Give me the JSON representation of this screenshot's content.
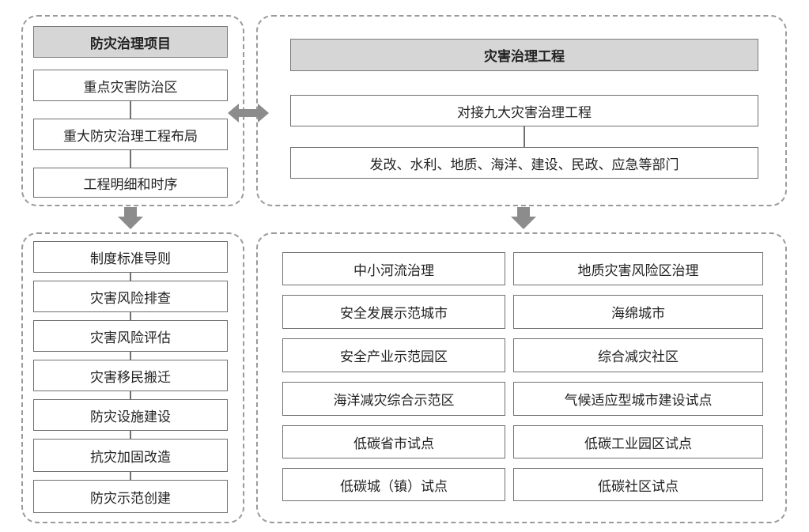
{
  "top_left": {
    "title": "防灾治理项目",
    "items": [
      "重点灾害防治区",
      "重大防灾治理工程布局",
      "工程明细和时序"
    ]
  },
  "top_right": {
    "title": "灾害治理工程",
    "items": [
      "对接九大灾害治理工程",
      "发改、水利、地质、海洋、建设、民政、应急等部门"
    ]
  },
  "bottom_left": {
    "items": [
      "制度标准导则",
      "灾害风险排查",
      "灾害风险评估",
      "灾害移民搬迁",
      "防灾设施建设",
      "抗灾加固改造",
      "防灾示范创建"
    ]
  },
  "bottom_right": {
    "left_column": [
      "中小河流治理",
      "安全发展示范城市",
      "安全产业示范园区",
      "海洋减灾综合示范区",
      "低碳省市试点",
      "低碳城（镇）试点"
    ],
    "right_column": [
      "地质灾害风险区治理",
      "海绵城市",
      "综合减灾社区",
      "气候适应型城市建设试点",
      "低碳工业园区试点",
      "低碳社区试点"
    ]
  },
  "colors": {
    "header_fill": "#d6d6d6",
    "arrow_fill": "#8c8c8c",
    "border": "#707070",
    "dash": "#9a9a9a"
  }
}
